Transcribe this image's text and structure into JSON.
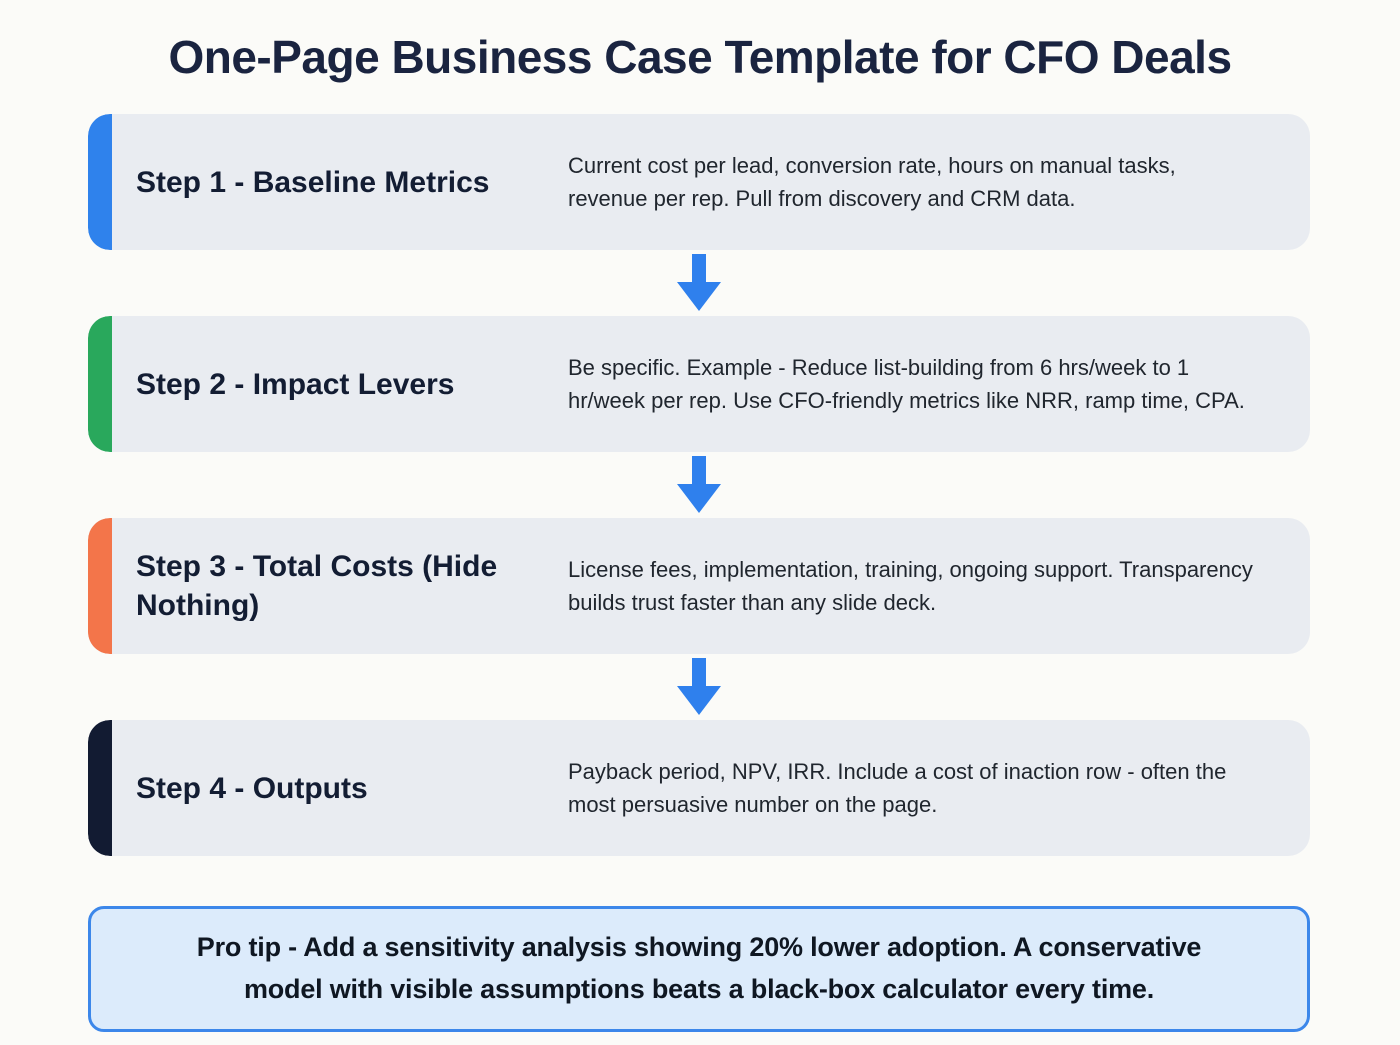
{
  "page": {
    "title": "One-Page Business Case Template for CFO Deals"
  },
  "steps": [
    {
      "title": "Step 1 - Baseline Metrics",
      "description": "Current cost per lead, conversion rate, hours on manual tasks, revenue per rep. Pull from discovery and CRM data.",
      "accent": "#2f82ec"
    },
    {
      "title": "Step 2 - Impact Levers",
      "description": "Be specific. Example - Reduce list-building from 6 hrs/week to 1 hr/week per rep. Use CFO-friendly metrics like NRR, ramp time, CPA.",
      "accent": "#29a85c"
    },
    {
      "title": "Step 3 - Total Costs (Hide Nothing)",
      "description": "License fees, implementation, training, ongoing support. Transparency builds trust faster than any slide deck.",
      "accent": "#f3754a"
    },
    {
      "title": "Step 4 - Outputs",
      "description": "Payback period, NPV, IRR. Include a cost of inaction row - often the most persuasive number on the page.",
      "accent": "#121b32"
    }
  ],
  "arrow": {
    "color": "#2f80ed"
  },
  "protip": {
    "text": "Pro tip - Add a sensitivity analysis showing 20% lower adoption. A conservative model with visible assumptions beats a black-box calculator every time."
  },
  "colors": {
    "page_background": "#fbfbf8",
    "card_background": "#e9ecf1",
    "title_text": "#1a2440",
    "step_title_text": "#131d33",
    "body_text": "#20262e",
    "protip_background": "#dcebfb",
    "protip_border": "#3c87ea"
  }
}
